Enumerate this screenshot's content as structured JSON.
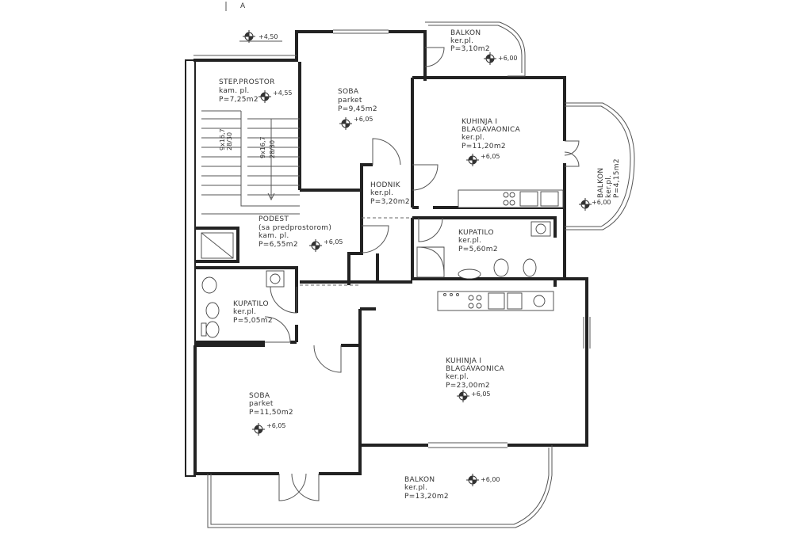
{
  "header": {
    "partial_text": "A"
  },
  "rooms": [
    {
      "id": "step",
      "lines": [
        "STEP.PROSTOR",
        "kam. pl.",
        "P=7,25m2"
      ],
      "level": "+4,55"
    },
    {
      "id": "soba-top",
      "lines": [
        "SOBA",
        "parket",
        "P=9,45m2"
      ],
      "level": "+6,05"
    },
    {
      "id": "kuhinja-top",
      "lines": [
        "KUHINJA I",
        "BLAGAVAONICA",
        "ker.pl.",
        "P=11,20m2"
      ],
      "level": "+6,05"
    },
    {
      "id": "hodnik",
      "lines": [
        "HODNIK",
        "ker.pl.",
        "P=3,20m2"
      ]
    },
    {
      "id": "podest",
      "lines": [
        "PODEST",
        "(sa predprostorom)",
        "kam. pl.",
        "P=6,55m2"
      ],
      "level": "+6,05"
    },
    {
      "id": "kupatilo-right",
      "lines": [
        "KUPATILO",
        "ker.pl.",
        "P=5,60m2"
      ]
    },
    {
      "id": "kupatilo-left",
      "lines": [
        "KUPATILO",
        "ker.pl.",
        "P=5,05m2"
      ]
    },
    {
      "id": "kuhinja-big",
      "lines": [
        "KUHINJA I",
        "BLAGAVAONICA",
        "ker.pl.",
        "P=23,00m2"
      ],
      "level": "+6,05"
    },
    {
      "id": "soba-bottom",
      "lines": [
        "SOBA",
        "parket",
        "P=11,50m2"
      ],
      "level": "+6,05"
    },
    {
      "id": "balkon-top",
      "lines": [
        "BALKON",
        "ker.pl.",
        "P=3,10m2"
      ],
      "level": "+6,00"
    },
    {
      "id": "balkon-right",
      "lines": [
        "BALKON",
        "ker.pl.",
        "P=4,15m2"
      ],
      "level": "+6,00"
    },
    {
      "id": "balkon-bottom",
      "lines": [
        "BALKON",
        "ker.pl.",
        "P=13,20m2"
      ],
      "level": "+6,00"
    }
  ],
  "extra_levels": {
    "landing_top": "+4,50"
  },
  "stairs": {
    "left_marks": [
      "9x16,7",
      "28/30"
    ],
    "right_marks": [
      "9x16,7",
      "28/30"
    ]
  }
}
